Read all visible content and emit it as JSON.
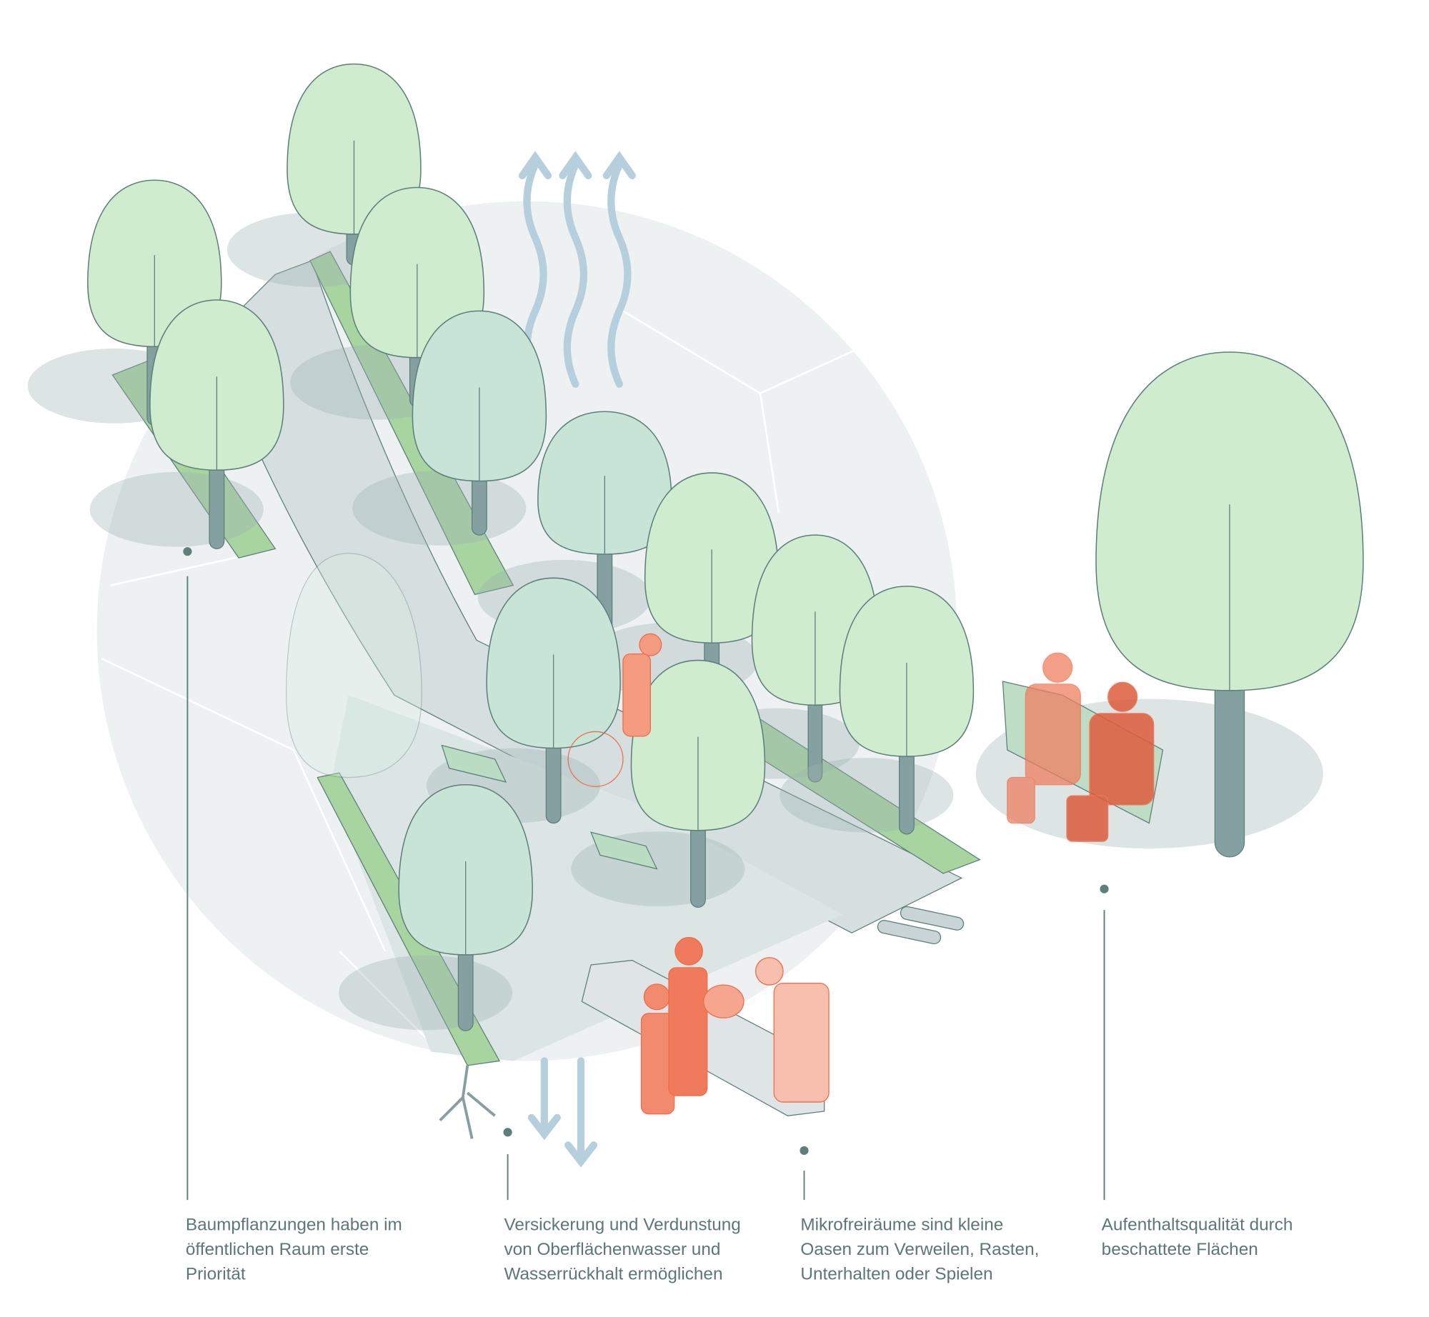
{
  "colors": {
    "canopy_light": "#cfeccf",
    "canopy_blue": "#c7e4d7",
    "trunk": "#84a0a0",
    "outline": "#5e7f7b",
    "circle_bg": "#eef1f2",
    "water_arrow": "#b5cfdd",
    "people": "#ef6b4a",
    "caption": "#5b7776"
  },
  "annotations": [
    {
      "lines": [
        "Baumpflanzungen haben im",
        "öffentlichen Raum erste",
        "Priorität"
      ]
    },
    {
      "lines": [
        "Versickerung und Verdunstung",
        "von Oberflächenwasser und",
        "Wasserrückhalt ermöglichen"
      ]
    },
    {
      "lines": [
        "Mikrofreiräume sind kleine",
        "Oasen zum Verweilen, Rasten,",
        "Unterhalten oder Spielen"
      ]
    },
    {
      "lines": [
        "Aufenthaltsqualität durch",
        "beschattete Flächen"
      ]
    }
  ]
}
